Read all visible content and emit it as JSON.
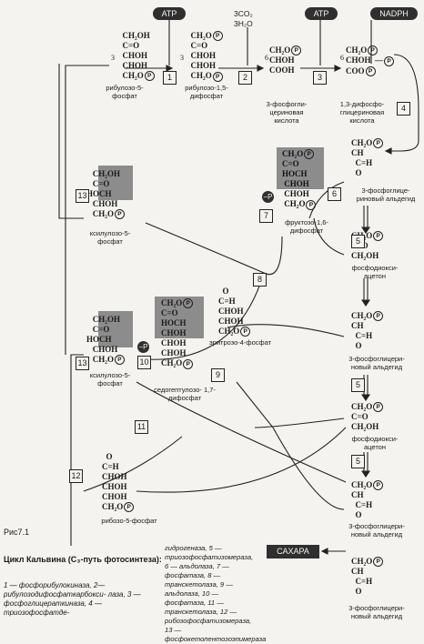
{
  "figure_label": "Рис7.1",
  "caption_title": "Цикл Кальвина (C₃-путь фотосинтеза):",
  "caption_legend_left": "1 — фосфорибулокиназа, 2— рибулозодифосфаткарбокси- лаза, 3 — фосфоглицераткиназа, 4 — триозофосфатде-",
  "caption_legend_right": "гидрогеназа, 5 — триозофосфатизомераза, 6 — альдолаза, 7 — фосфатаза, 8 — транскетолаза, 9 — альдолаза, 10 — фосфатаза, 11 — транскетолаза, 12 — рибозофосфатизомераза, 13 — фосфокетопентозоэпимераза",
  "inputs": {
    "atp1": "ATP",
    "co2": "3CO₂",
    "h2o": "3H₂O",
    "atp2": "ATP",
    "nadph": "NADPH",
    "sugar": "САХАРА"
  },
  "step_numbers": [
    "1",
    "2",
    "3",
    "4",
    "5",
    "6",
    "7",
    "8",
    "9",
    "10",
    "11",
    "12",
    "13",
    "13",
    "5",
    "5"
  ],
  "phosphate_symbol": "P",
  "coef": {
    "c3a": "3",
    "c3b": "3",
    "c6a": "6",
    "c6b": "6"
  },
  "labels": {
    "ru5p": "рибулозо-5- фосфат",
    "rudp": "рибулозо-1,5- дифосфат",
    "pga": "3-фосфогли- цериновая кислота",
    "dpga": "1,3-дифосфо- глицериновая кислота",
    "gap1": "3-фосфоглице- риновый альдегид",
    "dhap1": "фосфодиокси- ацетон",
    "gap2": "3-фосфоглицери- новый альдегид",
    "dhap2": "фосфодиокси- ацетон",
    "gap3": "3-фосфоглицери- новый альдегид",
    "gap4": "3-фосфоглицери- новый альдегид",
    "fdp": "фруктозо-1,6- дифосфат",
    "xu5p1": "ксилулозо-5- фосфат",
    "e4p": "эритрозо-4-фосфат",
    "xu5p2": "ксилулозо-5- фосфат",
    "sdp": "седогептулозо- 1,7-дифосфат",
    "r5p": "рибозо-5-фосфат"
  }
}
